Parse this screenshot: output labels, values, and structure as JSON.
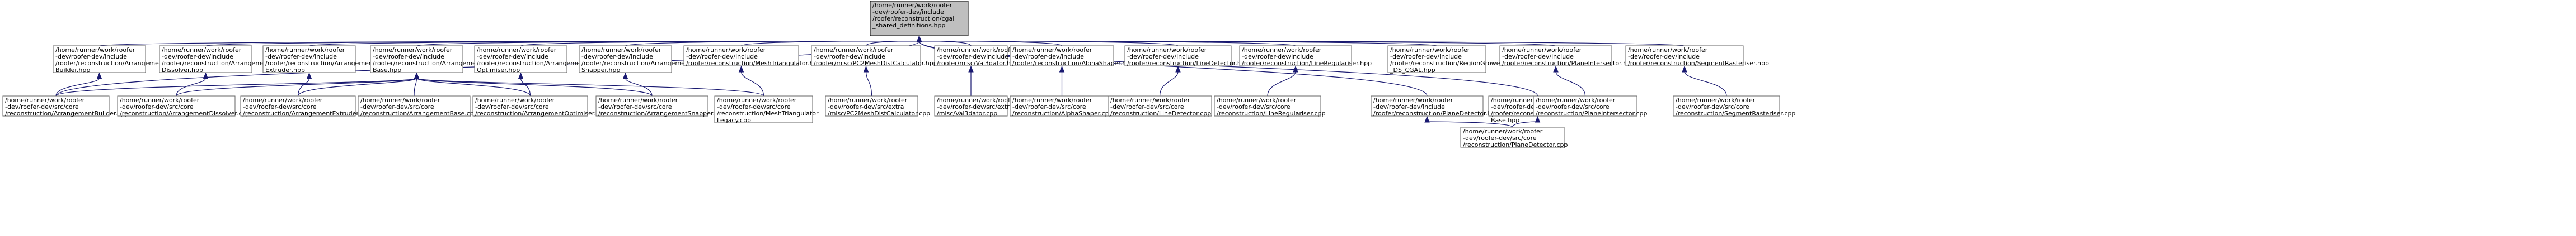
{
  "diagram": {
    "root": {
      "id": "root",
      "lines": [
        "/home/runner/work/roofer",
        "-dev/roofer-dev/include",
        "/roofer/reconstruction/cgal",
        "_shared_definitions.hpp"
      ]
    },
    "nodes": [
      {
        "id": "n_ab_hpp",
        "lines": [
          "/home/runner/work/roofer",
          "-dev/roofer-dev/include",
          "/roofer/reconstruction/Arrangement",
          "Builder.hpp"
        ]
      },
      {
        "id": "n_ad_hpp",
        "lines": [
          "/home/runner/work/roofer",
          "-dev/roofer-dev/include",
          "/roofer/reconstruction/Arrangement",
          "Dissolver.hpp"
        ]
      },
      {
        "id": "n_ae_hpp",
        "lines": [
          "/home/runner/work/roofer",
          "-dev/roofer-dev/include",
          "/roofer/reconstruction/Arrangement",
          "Extruder.hpp"
        ]
      },
      {
        "id": "n_abase_hpp",
        "lines": [
          "/home/runner/work/roofer",
          "-dev/roofer-dev/include",
          "/roofer/reconstruction/Arrangement",
          "Base.hpp"
        ]
      },
      {
        "id": "n_ao_hpp",
        "lines": [
          "/home/runner/work/roofer",
          "-dev/roofer-dev/include",
          "/roofer/reconstruction/Arrangement",
          "Optimiser.hpp"
        ]
      },
      {
        "id": "n_as_hpp",
        "lines": [
          "/home/runner/work/roofer",
          "-dev/roofer-dev/include",
          "/roofer/reconstruction/Arrangement",
          "Snapper.hpp"
        ]
      },
      {
        "id": "n_mt_hpp",
        "lines": [
          "/home/runner/work/roofer",
          "-dev/roofer-dev/include",
          "/roofer/reconstruction/MeshTriangulator.hpp"
        ]
      },
      {
        "id": "n_pc_hpp",
        "lines": [
          "/home/runner/work/roofer",
          "-dev/roofer-dev/include",
          "/roofer/misc/PC2MeshDistCalculator.hpp"
        ]
      },
      {
        "id": "n_val_hpp",
        "lines": [
          "/home/runner/work/roofer",
          "-dev/roofer-dev/include",
          "/roofer/misc/Val3dator.hpp"
        ]
      },
      {
        "id": "n_as2_hpp",
        "lines": [
          "/home/runner/work/roofer",
          "-dev/roofer-dev/include",
          "/roofer/reconstruction/AlphaShaper.hpp"
        ]
      },
      {
        "id": "n_ld_hpp",
        "lines": [
          "/home/runner/work/roofer",
          "-dev/roofer-dev/include",
          "/roofer/reconstruction/LineDetector.hpp"
        ]
      },
      {
        "id": "n_lr_hpp",
        "lines": [
          "/home/runner/work/roofer",
          "-dev/roofer-dev/include",
          "/roofer/reconstruction/LineRegulariser.hpp"
        ]
      },
      {
        "id": "n_rg_hpp",
        "lines": [
          "/home/runner/work/roofer",
          "-dev/roofer-dev/include",
          "/roofer/reconstruction/RegionGrower",
          "_DS_CGAL.hpp"
        ]
      },
      {
        "id": "n_pi_hpp",
        "lines": [
          "/home/runner/work/roofer",
          "-dev/roofer-dev/include",
          "/roofer/reconstruction/PlaneIntersector.hpp"
        ]
      },
      {
        "id": "n_sr_hpp",
        "lines": [
          "/home/runner/work/roofer",
          "-dev/roofer-dev/include",
          "/roofer/reconstruction/SegmentRasteriser.hpp"
        ]
      },
      {
        "id": "n_ab_cpp",
        "lines": [
          "/home/runner/work/roofer",
          "-dev/roofer-dev/src/core",
          "/reconstruction/ArrangementBuilder.cpp"
        ]
      },
      {
        "id": "n_ad_cpp",
        "lines": [
          "/home/runner/work/roofer",
          "-dev/roofer-dev/src/core",
          "/reconstruction/ArrangementDissolver.cpp"
        ]
      },
      {
        "id": "n_ae_cpp",
        "lines": [
          "/home/runner/work/roofer",
          "-dev/roofer-dev/src/core",
          "/reconstruction/ArrangementExtruder.cpp"
        ]
      },
      {
        "id": "n_abase_cpp",
        "lines": [
          "/home/runner/work/roofer",
          "-dev/roofer-dev/src/core",
          "/reconstruction/ArrangementBase.cpp"
        ]
      },
      {
        "id": "n_ao_cpp",
        "lines": [
          "/home/runner/work/roofer",
          "-dev/roofer-dev/src/core",
          "/reconstruction/ArrangementOptimiser.cpp"
        ]
      },
      {
        "id": "n_as_cpp",
        "lines": [
          "/home/runner/work/roofer",
          "-dev/roofer-dev/src/core",
          "/reconstruction/ArrangementSnapper.cpp"
        ]
      },
      {
        "id": "n_mt_cpp",
        "lines": [
          "/home/runner/work/roofer",
          "-dev/roofer-dev/src/core",
          "/reconstruction/MeshTriangulator",
          "Legacy.cpp"
        ]
      },
      {
        "id": "n_pc_cpp",
        "lines": [
          "/home/runner/work/roofer",
          "-dev/roofer-dev/src/extra",
          "/misc/PC2MeshDistCalculator.cpp"
        ]
      },
      {
        "id": "n_val_cpp",
        "lines": [
          "/home/runner/work/roofer",
          "-dev/roofer-dev/src/extra",
          "/misc/Val3dator.cpp"
        ]
      },
      {
        "id": "n_as2_cpp",
        "lines": [
          "/home/runner/work/roofer",
          "-dev/roofer-dev/src/core",
          "/reconstruction/AlphaShaper.cpp"
        ]
      },
      {
        "id": "n_ld_cpp",
        "lines": [
          "/home/runner/work/roofer",
          "-dev/roofer-dev/src/core",
          "/reconstruction/LineDetector.cpp"
        ]
      },
      {
        "id": "n_lr_cpp",
        "lines": [
          "/home/runner/work/roofer",
          "-dev/roofer-dev/src/core",
          "/reconstruction/LineRegulariser.cpp"
        ]
      },
      {
        "id": "n_pd_hpp",
        "lines": [
          "/home/runner/work/roofer",
          "-dev/roofer-dev/include",
          "/roofer/reconstruction/PlaneDetector.hpp"
        ]
      },
      {
        "id": "n_pdb_hpp",
        "lines": [
          "/home/runner/work/roofer",
          "-dev/roofer-dev/include",
          "/roofer/reconstruction/PlaneDetector",
          "Base.hpp"
        ]
      },
      {
        "id": "n_pi_cpp",
        "lines": [
          "/home/runner/work/roofer",
          "-dev/roofer-dev/src/core",
          "/reconstruction/PlaneIntersector.cpp"
        ]
      },
      {
        "id": "n_sr_cpp",
        "lines": [
          "/home/runner/work/roofer",
          "-dev/roofer-dev/src/core",
          "/reconstruction/SegmentRasteriser.cpp"
        ]
      },
      {
        "id": "n_pd_cpp",
        "lines": [
          "/home/runner/work/roofer",
          "-dev/roofer-dev/src/core",
          "/reconstruction/PlaneDetector.cpp"
        ]
      }
    ],
    "edges": [
      [
        "root",
        "n_ab_hpp"
      ],
      [
        "root",
        "n_ad_hpp"
      ],
      [
        "root",
        "n_ae_hpp"
      ],
      [
        "root",
        "n_abase_hpp"
      ],
      [
        "root",
        "n_ao_hpp"
      ],
      [
        "root",
        "n_as_hpp"
      ],
      [
        "root",
        "n_mt_hpp"
      ],
      [
        "root",
        "n_pc_hpp"
      ],
      [
        "root",
        "n_val_hpp"
      ],
      [
        "root",
        "n_as2_hpp"
      ],
      [
        "root",
        "n_ld_hpp"
      ],
      [
        "root",
        "n_lr_hpp"
      ],
      [
        "root",
        "n_rg_hpp"
      ],
      [
        "root",
        "n_pi_hpp"
      ],
      [
        "root",
        "n_sr_hpp"
      ],
      [
        "root",
        "n_ab_cpp"
      ],
      [
        "root",
        "n_pd_hpp"
      ],
      [
        "root",
        "n_pdb_hpp"
      ],
      [
        "n_ab_hpp",
        "n_ab_cpp"
      ],
      [
        "n_ad_hpp",
        "n_ad_cpp"
      ],
      [
        "n_ae_hpp",
        "n_ae_cpp"
      ],
      [
        "n_abase_hpp",
        "n_ab_cpp"
      ],
      [
        "n_abase_hpp",
        "n_ad_cpp"
      ],
      [
        "n_abase_hpp",
        "n_ae_cpp"
      ],
      [
        "n_abase_hpp",
        "n_abase_cpp"
      ],
      [
        "n_abase_hpp",
        "n_ao_cpp"
      ],
      [
        "n_abase_hpp",
        "n_as_cpp"
      ],
      [
        "n_abase_hpp",
        "n_mt_cpp"
      ],
      [
        "n_ao_hpp",
        "n_ao_cpp"
      ],
      [
        "n_as_hpp",
        "n_as_cpp"
      ],
      [
        "n_mt_hpp",
        "n_mt_cpp"
      ],
      [
        "n_pc_hpp",
        "n_pc_cpp"
      ],
      [
        "n_val_hpp",
        "n_val_cpp"
      ],
      [
        "n_as2_hpp",
        "n_as2_cpp"
      ],
      [
        "n_ld_hpp",
        "n_ld_cpp"
      ],
      [
        "n_lr_hpp",
        "n_lr_cpp"
      ],
      [
        "n_pd_hpp",
        "n_pd_cpp"
      ],
      [
        "n_pdb_hpp",
        "n_pd_cpp"
      ],
      [
        "n_pi_hpp",
        "n_pi_cpp"
      ],
      [
        "n_sr_hpp",
        "n_sr_cpp"
      ]
    ]
  }
}
